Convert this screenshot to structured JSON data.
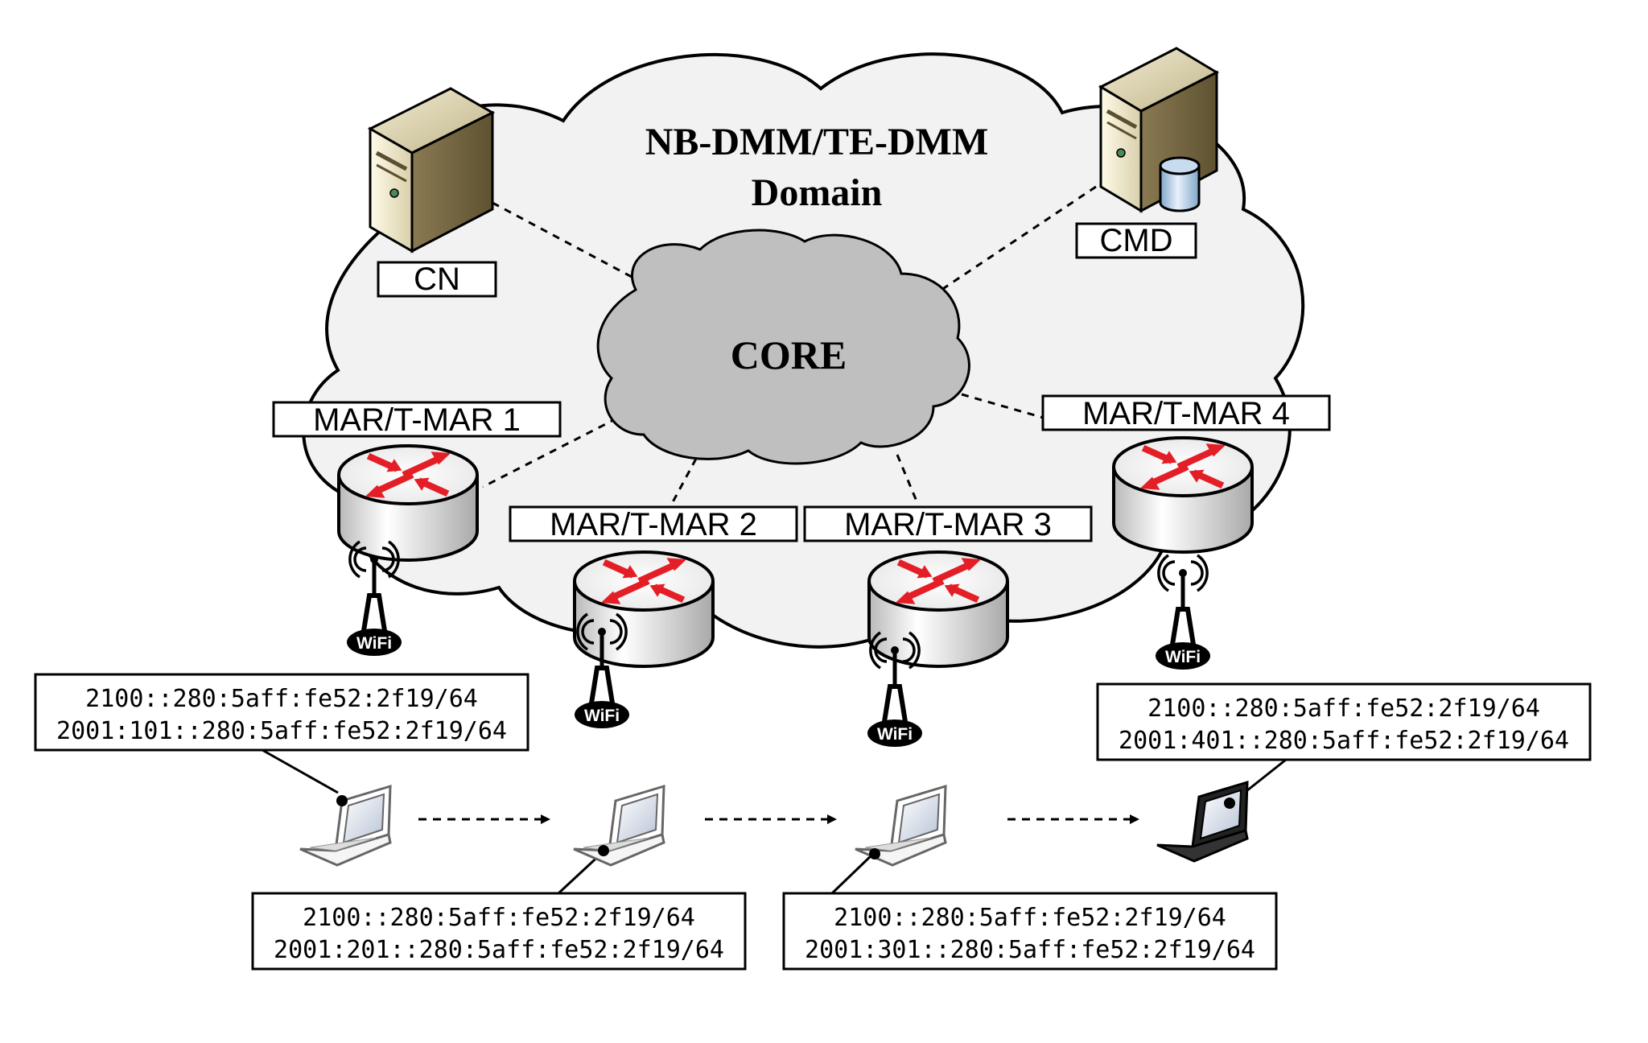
{
  "domain": {
    "title_line1": "NB-DMM/TE-DMM",
    "title_line2": "Domain"
  },
  "core": {
    "label": "CORE"
  },
  "servers": {
    "cn": "CN",
    "cmd": "CMD"
  },
  "routers": [
    {
      "label": "MAR/T-MAR 1"
    },
    {
      "label": "MAR/T-MAR 2"
    },
    {
      "label": "MAR/T-MAR 3"
    },
    {
      "label": "MAR/T-MAR 4"
    }
  ],
  "wifi": {
    "text": "WiFi"
  },
  "addresses": [
    {
      "line1": "2100::280:5aff:fe52:2f19/64",
      "line2": "2001:101::280:5aff:fe52:2f19/64"
    },
    {
      "line1": "2100::280:5aff:fe52:2f19/64",
      "line2": "2001:201::280:5aff:fe52:2f19/64"
    },
    {
      "line1": "2100::280:5aff:fe52:2f19/64",
      "line2": "2001:301::280:5aff:fe52:2f19/64"
    },
    {
      "line1": "2100::280:5aff:fe52:2f19/64",
      "line2": "2001:401::280:5aff:fe52:2f19/64"
    }
  ]
}
